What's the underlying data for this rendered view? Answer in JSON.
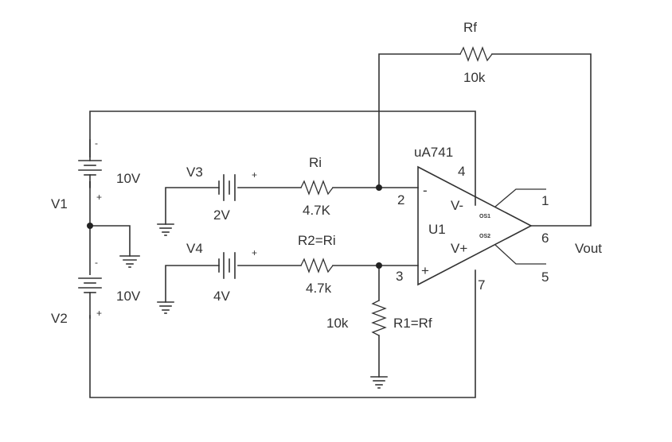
{
  "feedback_resistor": {
    "name": "Rf",
    "value": "10k"
  },
  "input_resistor_1": {
    "name": "Ri",
    "value": "4.7K"
  },
  "input_resistor_2": {
    "name": "R2=Ri",
    "value": "4.7k"
  },
  "ground_resistor": {
    "name": "R1=Rf",
    "value": "10k"
  },
  "opamp": {
    "part": "uA741",
    "ref": "U1",
    "inv_label": "V-",
    "noninv_label": "V+",
    "os1": "OS1",
    "os2": "OS2",
    "pin_2": "2",
    "pin_3": "3",
    "pin_4": "4",
    "pin_6": "6",
    "pin_7": "7",
    "pin_1": "1",
    "pin_5": "5",
    "minus_sign": "-",
    "plus_sign": "+"
  },
  "sources": {
    "v1": {
      "name": "V1",
      "value": "10V"
    },
    "v2": {
      "name": "V2",
      "value": "10V"
    },
    "v3": {
      "name": "V3",
      "value": "2V"
    },
    "v4": {
      "name": "V4",
      "value": "4V"
    }
  },
  "polarity": {
    "plus": "+",
    "minus": "-"
  },
  "output_label": "Vout"
}
